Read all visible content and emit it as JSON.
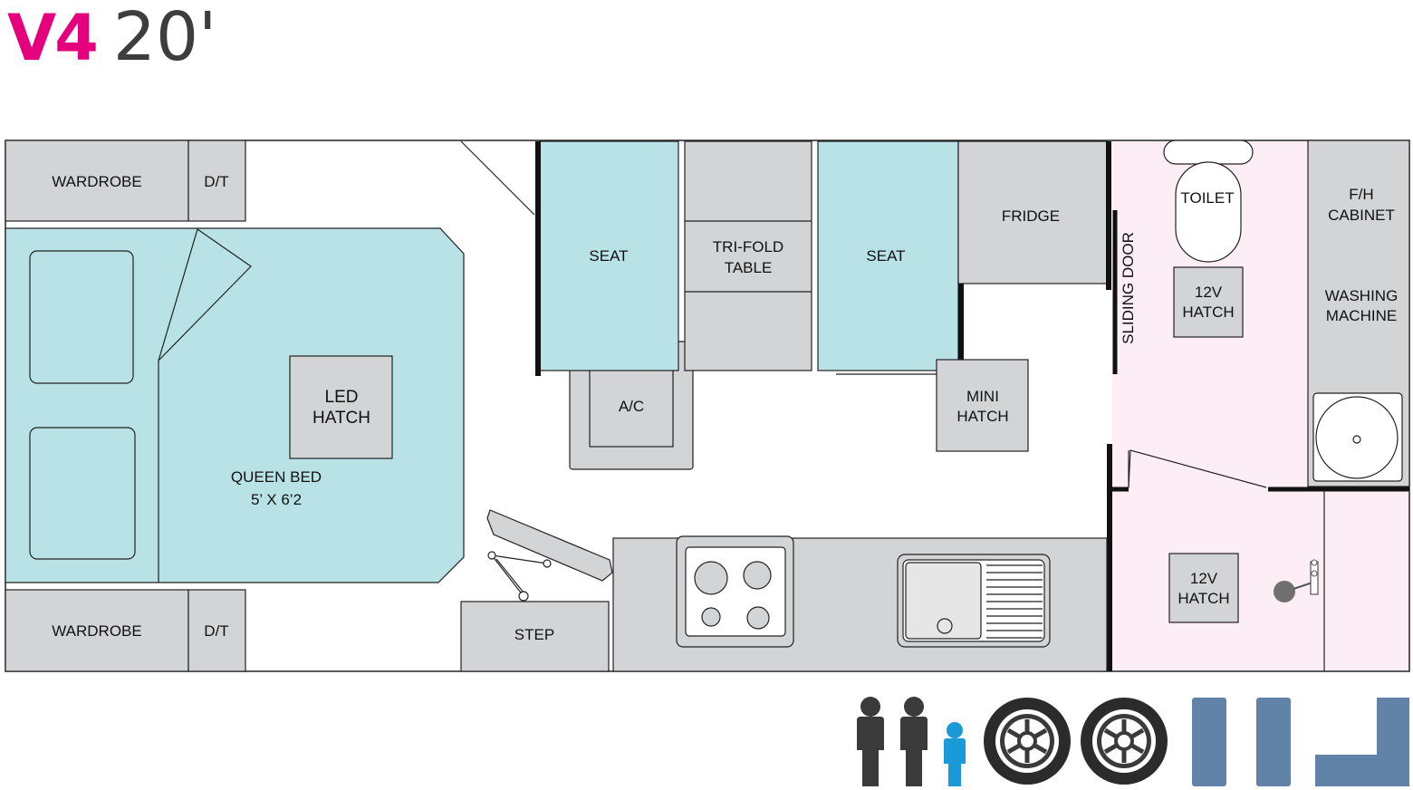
{
  "title": {
    "model": "V4",
    "size": "20'"
  },
  "colors": {
    "brand": "#e5007e",
    "bed": "#b8e2e6",
    "cabinet": "#d3d4d6",
    "bathroom": "#fdeef5",
    "child": "#1a9ad6",
    "person": "#3a3a3a",
    "layout_icon": "#6283a8"
  },
  "rooms": {
    "wardrobe_top": "WARDROBE",
    "dt_top": "D/T",
    "wardrobe_bottom": "WARDROBE",
    "dt_bottom": "D/T",
    "led_hatch": [
      "LED",
      "HATCH"
    ],
    "queen_bed": [
      "QUEEN BED",
      "5’ X 6’2"
    ],
    "seat_left": "SEAT",
    "tri_fold_table": [
      "TRI-FOLD",
      "TABLE"
    ],
    "seat_right": "SEAT",
    "ac": "A/C",
    "fridge": "FRIDGE",
    "mini_hatch": [
      "MINI",
      "HATCH"
    ],
    "sliding_door": "SLIDING DOOR",
    "toilet": "TOILET",
    "hatch_12v_top": [
      "12V",
      "HATCH"
    ],
    "fh_cabinet": [
      "F/H",
      "CABINET"
    ],
    "washing_machine": [
      "WASHING",
      "MACHINE"
    ],
    "step": "STEP",
    "hatch_12v_bottom": [
      "12V",
      "HATCH"
    ]
  },
  "features": {
    "sleeps": {
      "adults": 2,
      "children": 1
    },
    "axles": 2,
    "icons": [
      "adult-person-icon",
      "adult-person-icon",
      "child-person-icon",
      "wheel-icon",
      "wheel-icon",
      "layout-bar-icon",
      "layout-bar-icon",
      "layout-corner-icon"
    ]
  }
}
